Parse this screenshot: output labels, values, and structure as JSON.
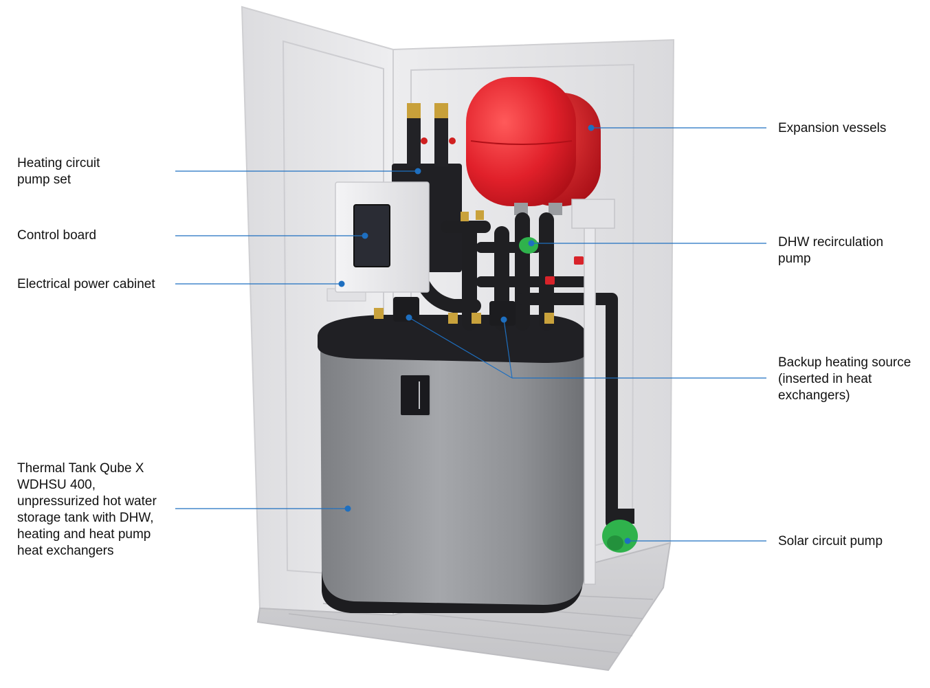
{
  "colors": {
    "leader_line": "#1e6fc0",
    "text": "#111111",
    "vessel_red": "#e1202a",
    "tank_grey": "#8d8f93",
    "pipe_black": "#1f1f22",
    "pump_green": "#2fb24c",
    "wall": "#e6e6e8"
  },
  "labels": {
    "pump_set": [
      "Heating circuit",
      "pump set"
    ],
    "control_board": [
      "Control board"
    ],
    "power_cabinet": [
      "Electrical power cabinet"
    ],
    "tank": [
      "Thermal Tank Qube X",
      "WDHSU 400,",
      "unpressurized hot water",
      "storage tank with DHW,",
      "heating and heat pump",
      "heat exchangers"
    ],
    "expansion": [
      "Expansion vessels"
    ],
    "dhw_pump": [
      "DHW recirculation",
      "pump"
    ],
    "backup": [
      "Backup heating source",
      "(inserted in heat",
      "exchangers)"
    ],
    "solar_pump": [
      "Solar circuit pump"
    ]
  }
}
